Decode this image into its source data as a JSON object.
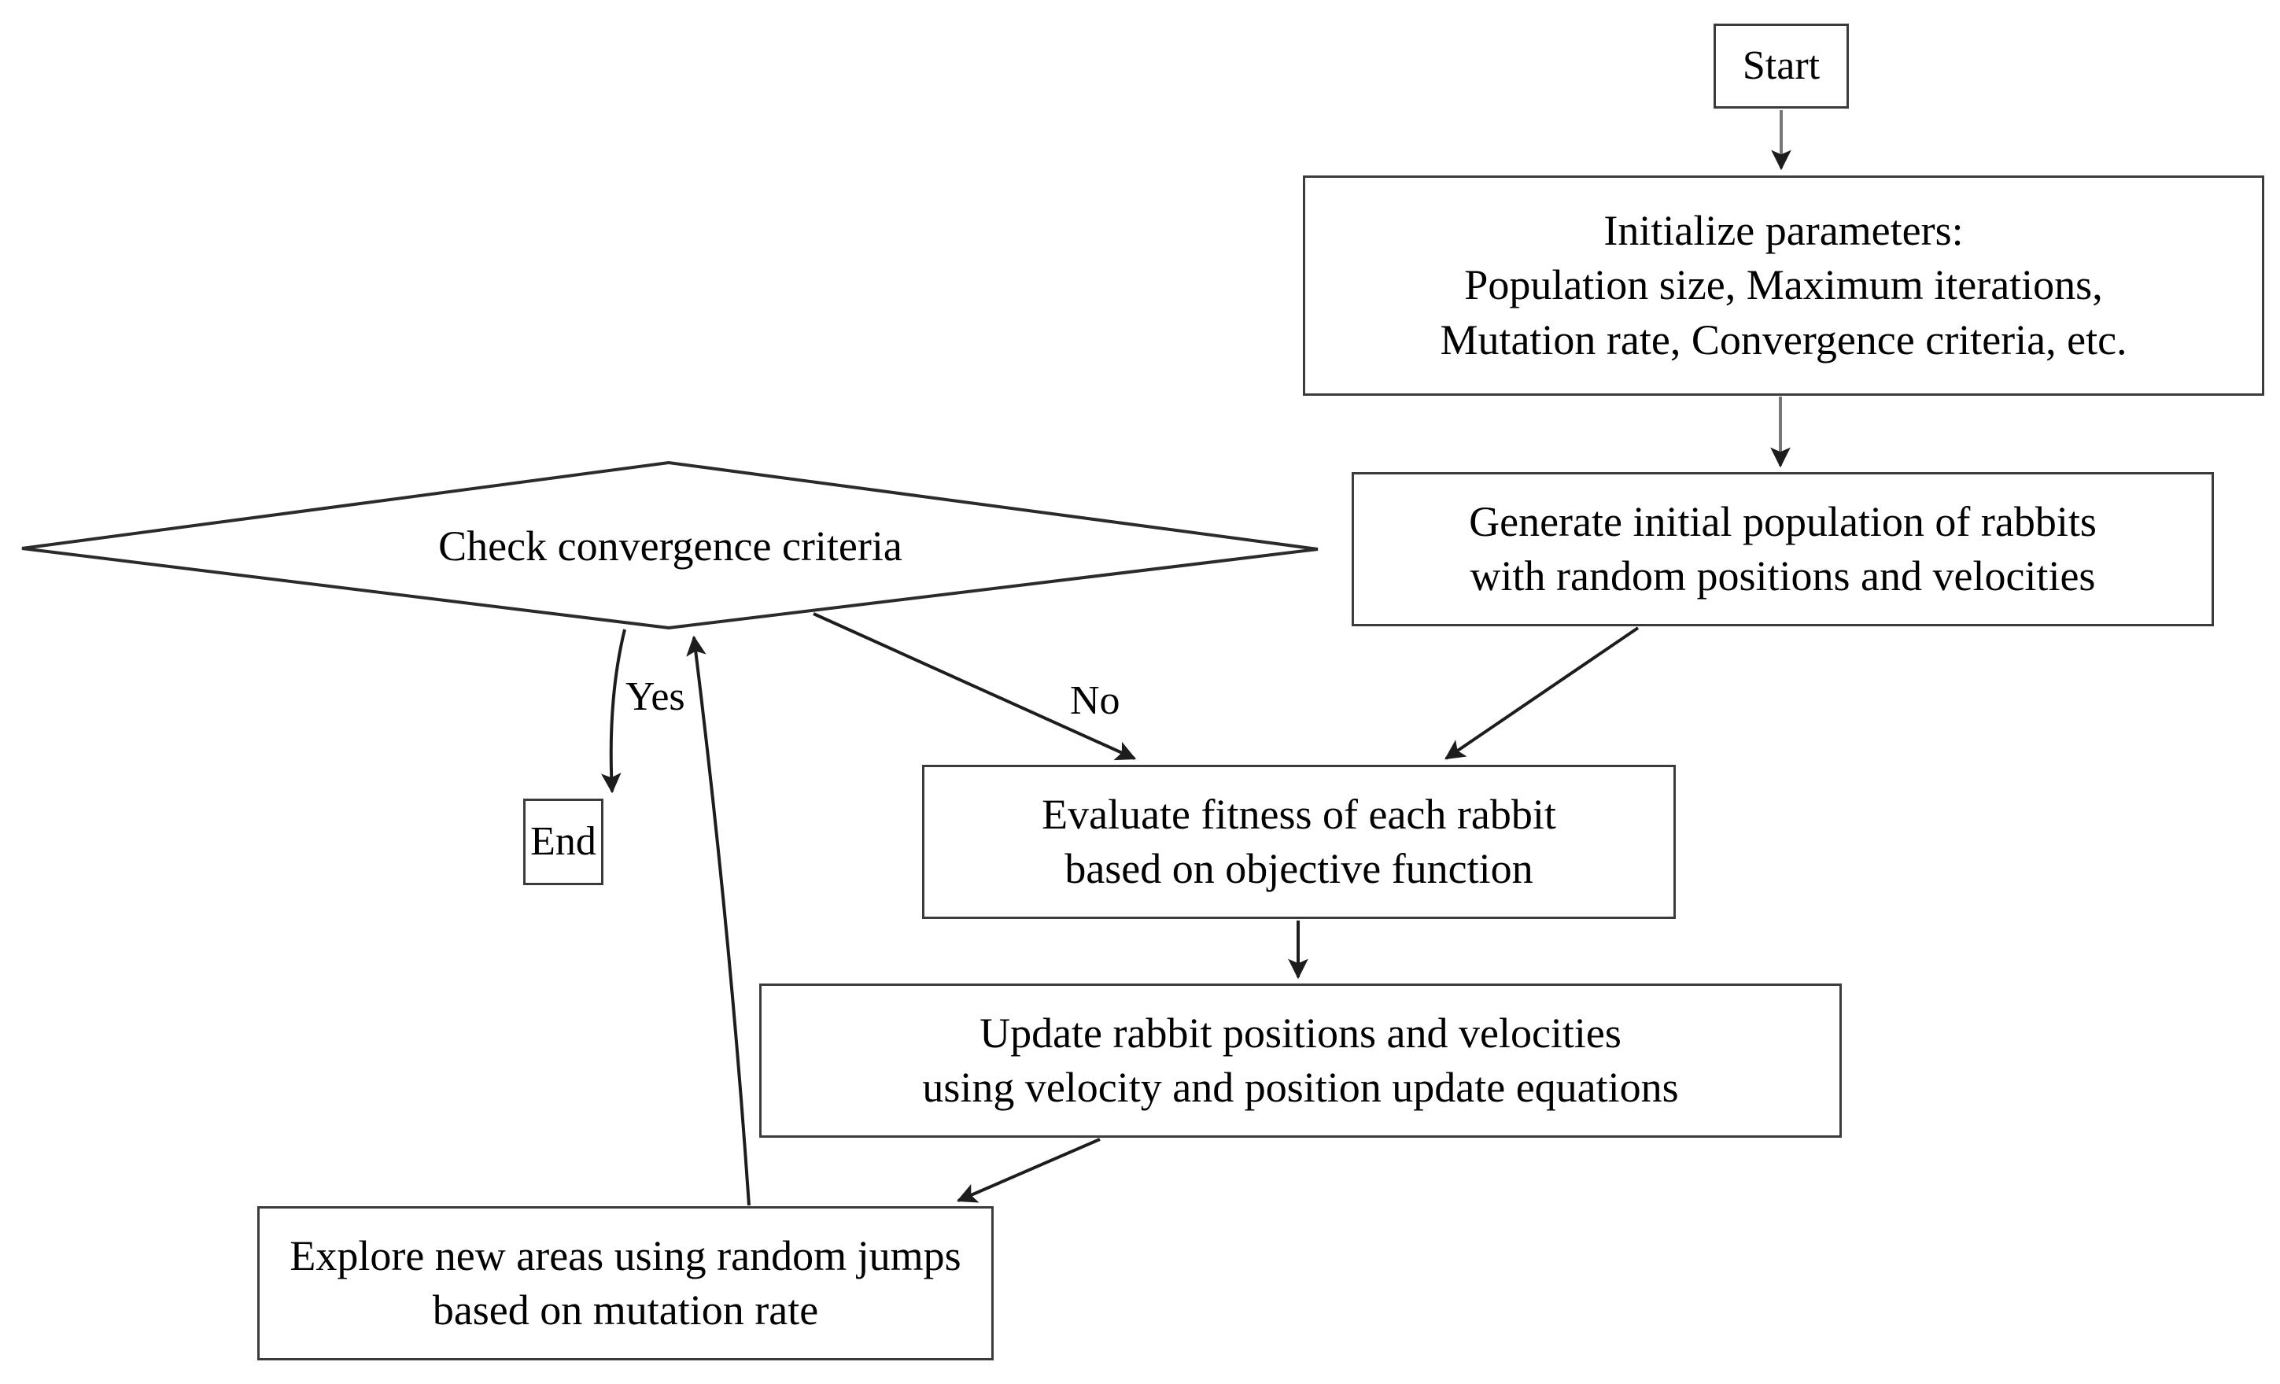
{
  "diagram": {
    "type": "flowchart",
    "title": "Rabbit optimization algorithm flowchart",
    "nodes": [
      {
        "id": "start",
        "shape": "rectangle",
        "label": "Start"
      },
      {
        "id": "init",
        "shape": "rectangle",
        "label": "Initialize parameters:\nPopulation size, Maximum iterations,\nMutation rate, Convergence criteria, etc."
      },
      {
        "id": "generate",
        "shape": "rectangle",
        "label": "Generate initial population of rabbits\nwith random positions and velocities"
      },
      {
        "id": "check",
        "shape": "diamond",
        "label": "Check convergence criteria"
      },
      {
        "id": "end",
        "shape": "rectangle",
        "label": "End"
      },
      {
        "id": "evaluate",
        "shape": "rectangle",
        "label": "Evaluate fitness of each rabbit\nbased on objective function"
      },
      {
        "id": "update",
        "shape": "rectangle",
        "label": "Update rabbit positions and velocities\nusing velocity and position update equations"
      },
      {
        "id": "explore",
        "shape": "rectangle",
        "label": "Explore new areas using random jumps\nbased on mutation rate"
      }
    ],
    "edges": [
      {
        "from": "start",
        "to": "init",
        "label": ""
      },
      {
        "from": "init",
        "to": "generate",
        "label": ""
      },
      {
        "from": "generate",
        "to": "evaluate",
        "label": ""
      },
      {
        "from": "check",
        "to": "end",
        "label": "Yes"
      },
      {
        "from": "check",
        "to": "evaluate",
        "label": "No"
      },
      {
        "from": "evaluate",
        "to": "update",
        "label": ""
      },
      {
        "from": "update",
        "to": "explore",
        "label": ""
      },
      {
        "from": "explore",
        "to": "check",
        "label": ""
      }
    ],
    "edge_labels": {
      "yes": "Yes",
      "no": "No"
    },
    "colors": {
      "background": "#ffffff",
      "node_border": "#3b3b3b",
      "node_fill": "#ffffff",
      "text": "#000000",
      "edge": "#2b2b2b"
    }
  }
}
